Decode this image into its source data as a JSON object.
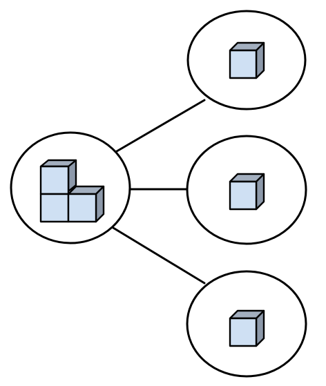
{
  "colors": {
    "cube_fill": "#cfe0f3",
    "cube_top": "#a3afbf",
    "cube_side": "#8d99aa",
    "outline": "#000000",
    "background": "#ffffff"
  },
  "icons": {
    "parent": "stacked-cubes-icon",
    "child": "cube-icon"
  },
  "nodes": {
    "parent": {
      "id": "parent",
      "icon": "stacked-cubes-icon"
    },
    "children": [
      {
        "id": "child-1",
        "icon": "cube-icon"
      },
      {
        "id": "child-2",
        "icon": "cube-icon"
      },
      {
        "id": "child-3",
        "icon": "cube-icon"
      }
    ]
  },
  "edges": [
    {
      "from": "parent",
      "to": "child-1"
    },
    {
      "from": "parent",
      "to": "child-2"
    },
    {
      "from": "parent",
      "to": "child-3"
    }
  ]
}
